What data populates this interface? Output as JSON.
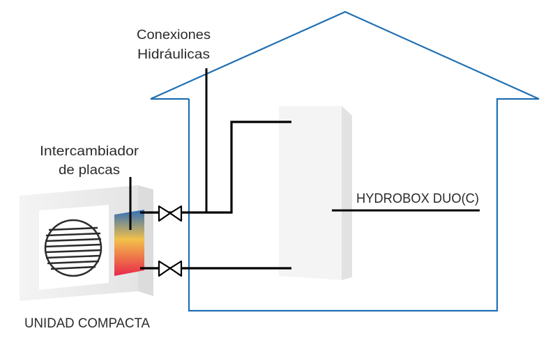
{
  "labels": {
    "conexiones_line1": "Conexiones",
    "conexiones_line2": "Hidráulicas",
    "intercambiador_line1": "Intercambiador",
    "intercambiador_line2": "de placas",
    "hydrobox": "HYDROBOX DUO(C)",
    "unidad": "UNIDAD COMPACTA"
  },
  "colors": {
    "house_outline": "#1f6fb2",
    "pipe": "#000000",
    "unit_body": "#eeeeee",
    "hydrobox_body": "#f2f2f2",
    "exchanger_top": "#2f6fb8",
    "exchanger_mid": "#f2c04a",
    "exchanger_bottom": "#e8284a"
  }
}
